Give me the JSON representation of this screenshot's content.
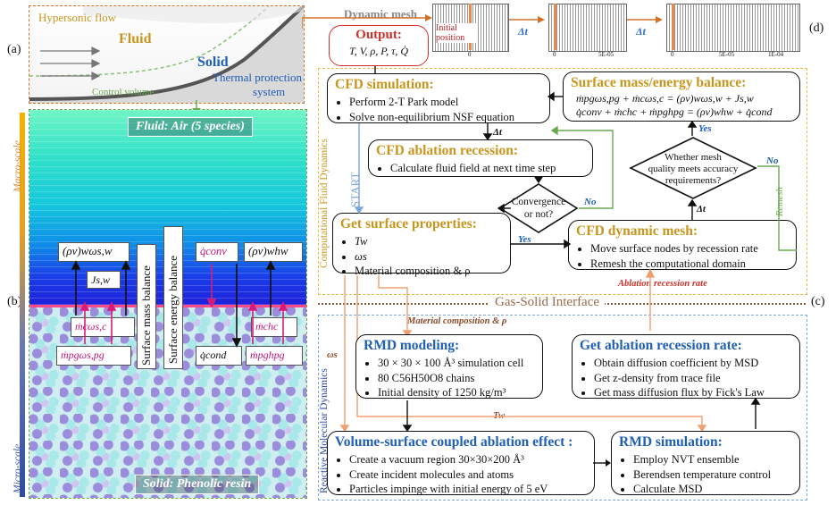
{
  "panel_labels": {
    "a": "(a)",
    "b": "(b)",
    "c": "(c)",
    "d": "(d)"
  },
  "panel_a": {
    "hypersonic_flow": "Hypersonic flow",
    "fluid": "Fluid",
    "solid": "Solid",
    "tps_line1": "Thermal protection",
    "tps_line2": "system",
    "control_volume": "Control volume"
  },
  "panel_b": {
    "fluid_label": "Fluid: Air (5 species)",
    "solid_label": "Solid: Phenolic resin",
    "macro_scale": "Macro-scale",
    "micro_scale": "Micro-scale",
    "surface_mass_balance": "Surface mass balance",
    "surface_energy_balance": "Surface energy balance",
    "q_conv": "q̇conv",
    "q_cond": "q̇cond",
    "rho_v_omega": "(ρv)wωs,w",
    "rho_v_h": "(ρv)whw",
    "J_sw": "Js,w",
    "mc_omega": "ṁcωs,c",
    "mpg_omega": "ṁpgωs,pg",
    "mc_h": "ṁchc",
    "mpg_h": "ṁpghpg"
  },
  "mesh": {
    "dynamic_mesh": "Dynamic mesh",
    "initial_position": "Initial position",
    "delta_t": "Δt",
    "ticks1": [
      "0"
    ],
    "ticks2": [
      "0",
      "5E-05"
    ],
    "ticks3": [
      "0",
      "5E-05",
      "1E-04"
    ]
  },
  "output": {
    "title": "Output:",
    "vars": "T, V, ρ, P, τ, Q̇"
  },
  "side_labels": {
    "cfd": "Computational Fluid Dynamics",
    "rmd": "Reactive Molecular Dynamics"
  },
  "cfd_sim": {
    "title": "CFD simulation:",
    "items": [
      "Perform 2-T Park model",
      "Solve non-equilibrium NSF equation"
    ]
  },
  "surface_balance": {
    "title": "Surface mass/energy balance:",
    "eq1": "ṁpgωs,pg + ṁcωs,c = (ρv)wωs,w + Js,w",
    "eq2": "q̇conv + ṁchc + ṁpghpg = (ρv)whw + q̇cond"
  },
  "ablation_recession": {
    "title": "CFD ablation recession:",
    "items": [
      "Calculate fluid field at next time step"
    ]
  },
  "start": "START",
  "convergence": {
    "line1": "Convergence",
    "line2": "or not?"
  },
  "mesh_quality": {
    "line1": "Whether mesh",
    "line2": "quality meets accuracy",
    "line3": "requirements?"
  },
  "yes": "Yes",
  "no": "No",
  "remesh": "Remesh",
  "surface_props": {
    "title": "Get surface properties:",
    "items": [
      "Tw",
      "ωs",
      "Material composition & ρ"
    ]
  },
  "dynamic_mesh_box": {
    "title": "CFD dynamic mesh:",
    "items": [
      "Move surface nodes by recession rate",
      "Remesh the computational domain"
    ]
  },
  "ablation_rate_label": "Ablation recession rate",
  "gas_solid_interface": "Gas-Solid Interface",
  "material_comp_label": "Material composition & ρ",
  "omega_s_label": "ωs",
  "Tw_label": "Tw",
  "rmd_modeling": {
    "title": "RMD modeling:",
    "items": [
      "30 × 30 × 100 Å³ simulation cell",
      "80 C56H50O8 chains",
      "Initial density of 1250 kg/m³"
    ]
  },
  "get_ablation": {
    "title": "Get ablation recession rate:",
    "items": [
      "Obtain diffusion coefficient by MSD",
      "Get z-density from trace file",
      "Get mass diffusion flux by Fick's Law"
    ]
  },
  "volume_surface": {
    "title": "Volume-surface coupled ablation effect :",
    "items": [
      "Create a vacuum region 30×30×200 Å³",
      "Create incident molecules and atoms",
      "Particles impinge with initial energy of 5 eV"
    ]
  },
  "rmd_sim": {
    "title": "RMD simulation:",
    "items": [
      "Employ NVT ensemble",
      "Berendsen temperature control",
      "Calculate MSD"
    ]
  }
}
